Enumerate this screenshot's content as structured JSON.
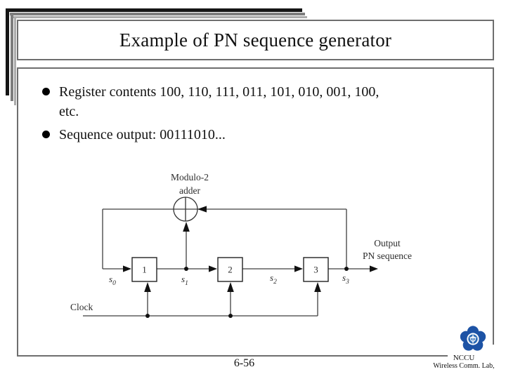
{
  "slide": {
    "title": "Example of PN sequence generator",
    "page_number": "6-56"
  },
  "bullets": {
    "icon": "filled-circle-bullet",
    "items": [
      {
        "lines": [
          "Register contents 100, 110, 111, 011, 101, 010, 001, 100,",
          "etc."
        ]
      },
      {
        "lines": [
          "Sequence output: 00111010..."
        ]
      }
    ]
  },
  "diagram": {
    "adder_label": {
      "line1": "Modulo-2",
      "line2": "adder"
    },
    "adder_symbol": "xor-circle-plus-icon",
    "registers": [
      {
        "label": "1"
      },
      {
        "label": "2"
      },
      {
        "label": "3"
      }
    ],
    "signals": [
      {
        "base": "s",
        "sub": "0"
      },
      {
        "base": "s",
        "sub": "1"
      },
      {
        "base": "s",
        "sub": "2"
      },
      {
        "base": "s",
        "sub": "3"
      }
    ],
    "output_label": {
      "line1": "Output",
      "line2": "PN sequence"
    },
    "clock_label": "Clock"
  },
  "logo": {
    "icon": "nccu-plum-blossom-emblem",
    "org": "NCCU",
    "lab": "Wireless Comm. Lab,"
  },
  "colors": {
    "logo_blue": "#1d53a5",
    "frame_border_gray": "#6e6e6e",
    "diagram_line": "#3f3f3f",
    "stack_black": "#151515",
    "stack_gray": "#7e7e7e",
    "stack_light_gray": "#ababab"
  }
}
